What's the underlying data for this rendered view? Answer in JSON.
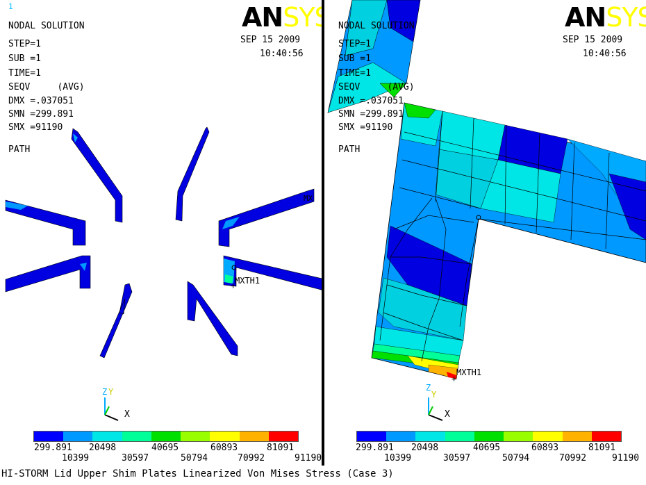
{
  "window_id": "1",
  "left": {
    "header": [
      "NODAL SOLUTION",
      "STEP=1",
      "SUB =1",
      "TIME=1",
      "SEQV     (AVG)",
      "DMX =.037051",
      "SMN =299.891",
      "SMX =91190"
    ],
    "path_label": "PATH",
    "date": "SEP 15 2009",
    "time": "10:40:56",
    "node_label": "MXTH1",
    "mx_label": "MX"
  },
  "right": {
    "header": [
      "NODAL SOLUTION",
      "STEP=1",
      "SUB =1",
      "TIME=1",
      "SEQV     (AVG)",
      "DMX =.037051",
      "SMN =299.891",
      "SMX =91190"
    ],
    "path_label": "PATH",
    "date": "SEP 15 2009",
    "time": "10:40:56",
    "node_label": "MXTH1"
  },
  "logo": {
    "an": "AN",
    "sys": "SYS"
  },
  "triad": {
    "z": "Z",
    "y": "Y",
    "x": "X"
  },
  "legend": {
    "colors": [
      "#0000ff",
      "#0099ff",
      "#00e5e5",
      "#00ff99",
      "#00e000",
      "#99ff00",
      "#ffff00",
      "#ffb300",
      "#ff0000"
    ],
    "top_labels": [
      "299.891",
      "20498",
      "40695",
      "60893",
      "81091"
    ],
    "bottom_labels": [
      "10399",
      "30597",
      "50794",
      "70992",
      "91190"
    ]
  },
  "caption": "HI-STORM Lid Upper Shim Plates Linearized Von Mises Stress (Case 3)"
}
